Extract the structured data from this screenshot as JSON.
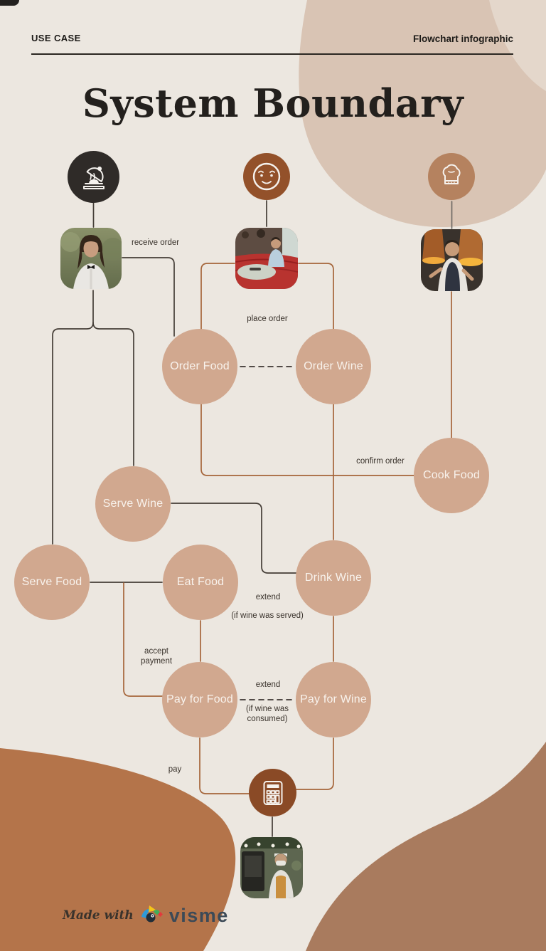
{
  "header": {
    "category": "USE CASE",
    "doc_type": "Flowchart infographic"
  },
  "title": "System Boundary",
  "actors": [
    {
      "id": "waiter",
      "icon": "cloche-icon"
    },
    {
      "id": "customer",
      "icon": "smiley-icon"
    },
    {
      "id": "chef",
      "icon": "chef-hat-icon"
    },
    {
      "id": "cashier",
      "icon": "calculator-icon"
    }
  ],
  "nodes": [
    {
      "id": "order-food",
      "label": "Order Food"
    },
    {
      "id": "order-wine",
      "label": "Order Wine"
    },
    {
      "id": "cook-food",
      "label": "Cook Food"
    },
    {
      "id": "serve-wine",
      "label": "Serve Wine"
    },
    {
      "id": "serve-food",
      "label": "Serve Food"
    },
    {
      "id": "eat-food",
      "label": "Eat Food"
    },
    {
      "id": "drink-wine",
      "label": "Drink Wine"
    },
    {
      "id": "pay-for-food",
      "label": "Pay for Food"
    },
    {
      "id": "pay-for-wine",
      "label": "Pay for Wine"
    }
  ],
  "edge_labels": {
    "receive_order": "receive order",
    "place_order": "place order",
    "confirm_order": "confirm order",
    "extend_serve": "extend",
    "extend_serve_condition": "(if wine was served)",
    "accept_payment": "accept payment",
    "extend_pay": "extend",
    "extend_pay_condition": "(if wine was consumed)",
    "pay": "pay"
  },
  "footer": {
    "made_with": "Made with",
    "brand": "visme"
  },
  "colors": {
    "background": "#ece7e0",
    "node_fill": "#d1a88f",
    "node_text": "#f8f2ec",
    "dark_line": "#443d36",
    "brown_line": "#a5653a",
    "blob_top_right": "#d9c4b4",
    "blob_bottom_left": "#b4744a",
    "blob_bottom_right": "#a97b5e",
    "icon_badge_dark": "#2f2b28",
    "icon_badge_brown": "#93512a",
    "icon_badge_tan": "#b5825f",
    "icon_badge_calculator": "#8a4a26"
  }
}
